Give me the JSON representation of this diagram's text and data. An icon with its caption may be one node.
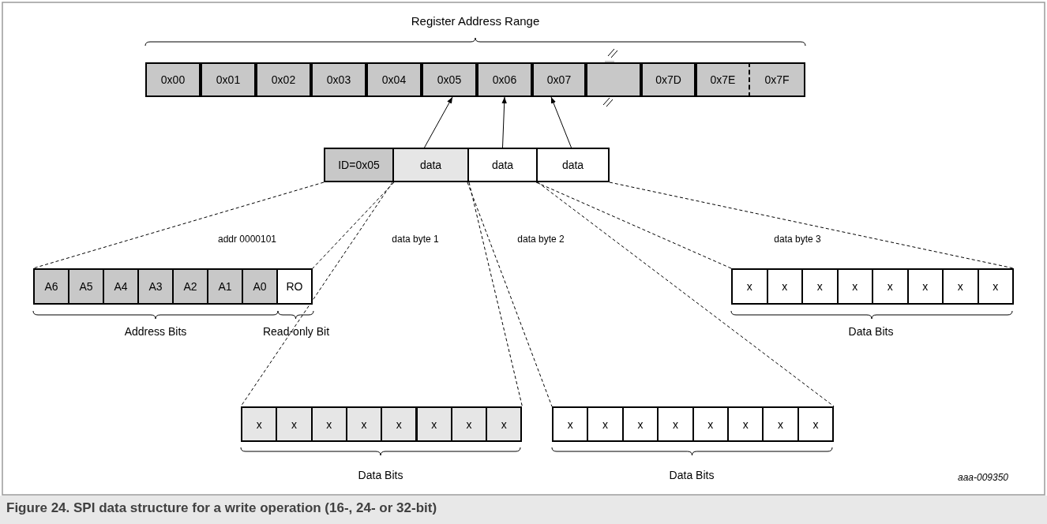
{
  "diagram": {
    "title": "Register Address Range",
    "caption": "Figure 24.  SPI data structure for a write operation (16-, 24- or 32-bit)",
    "nodes": [
      {
        "text": [
          "0x00"
        ]
      },
      {
        "text": [
          "0x01"
        ]
      },
      {
        "text": [
          "0x02"
        ]
      },
      {
        "text": [
          "0x03"
        ]
      },
      {
        "text": [
          "0x04"
        ]
      },
      {
        "text": [
          "0x05"
        ]
      },
      {
        "text": [
          "0x06"
        ]
      },
      {
        "text": [
          "0x07"
        ]
      },
      {
        "text": [],
        "shape": "box"
      },
      {
        "text": [
          "0x7D"
        ]
      },
      {
        "text": [
          "0x7E"
        ]
      },
      {
        "text": [
          "0x7F"
        ]
      },
      {
        "text": [
          "ID=0x05"
        ]
      },
      {
        "text": [
          "data"
        ]
      },
      {
        "text": [
          "data"
        ]
      },
      {
        "text": [
          "data"
        ]
      },
      {
        "text": [
          "A6"
        ]
      },
      {
        "text": [
          "A5"
        ]
      },
      {
        "text": [
          "A4"
        ]
      },
      {
        "text": [
          "A3"
        ]
      },
      {
        "text": [
          "A2"
        ]
      },
      {
        "text": [
          "A1"
        ]
      },
      {
        "text": [
          "A0"
        ]
      },
      {
        "text": [
          "RO"
        ]
      },
      {
        "text": [
          "x"
        ]
      },
      {
        "text": [
          "x"
        ]
      },
      {
        "text": [
          "x"
        ]
      },
      {
        "text": [
          "x"
        ]
      },
      {
        "text": [
          "x"
        ]
      },
      {
        "text": [
          "x"
        ]
      },
      {
        "text": [
          "x"
        ]
      },
      {
        "text": [
          "x"
        ]
      },
      {
        "text": [
          "x"
        ]
      },
      {
        "text": [
          "x"
        ]
      },
      {
        "text": [
          "x"
        ]
      },
      {
        "text": [
          "x"
        ]
      },
      {
        "text": [
          "x"
        ]
      },
      {
        "text": [
          "x"
        ]
      },
      {
        "text": [
          "x"
        ]
      },
      {
        "text": [
          "x"
        ]
      },
      {
        "text": [
          "x"
        ]
      },
      {
        "text": [
          "x"
        ]
      },
      {
        "text": [
          "x"
        ]
      },
      {
        "text": [
          "x"
        ]
      },
      {
        "text": [
          "x"
        ]
      },
      {
        "text": [
          "x"
        ]
      },
      {
        "text": [
          "x"
        ]
      },
      {
        "text": [
          "x"
        ]
      }
    ],
    "edges": [
      {
        "from": 13,
        "to": 5,
        "arrow": "to"
      },
      {
        "from": 14,
        "to": 6,
        "arrow": "to"
      },
      {
        "from": 15,
        "to": 7,
        "arrow": "to"
      },
      {
        "from": 12,
        "to": 16,
        "arrow": "none",
        "style": "dashed"
      },
      {
        "from": 12,
        "to": 23,
        "arrow": "none",
        "style": "dashed"
      },
      {
        "from": 13,
        "to": 32,
        "arrow": "none",
        "style": "dashed"
      },
      {
        "from": 13,
        "to": 39,
        "arrow": "none",
        "style": "dashed"
      },
      {
        "from": 14,
        "to": 40,
        "arrow": "none",
        "style": "dashed"
      },
      {
        "from": 14,
        "to": 47,
        "arrow": "none",
        "style": "dashed"
      },
      {
        "from": 15,
        "to": 24,
        "arrow": "none",
        "style": "dashed"
      },
      {
        "from": 15,
        "to": 31,
        "arrow": "none",
        "style": "dashed"
      }
    ],
    "labels": [
      "addr 0000101",
      "data byte 1",
      "data byte 2",
      "data byte 3",
      "Address Bits",
      "Read-only Bit",
      "Data Bits",
      "Data Bits",
      "Data Bits",
      "aaa-009350"
    ]
  }
}
